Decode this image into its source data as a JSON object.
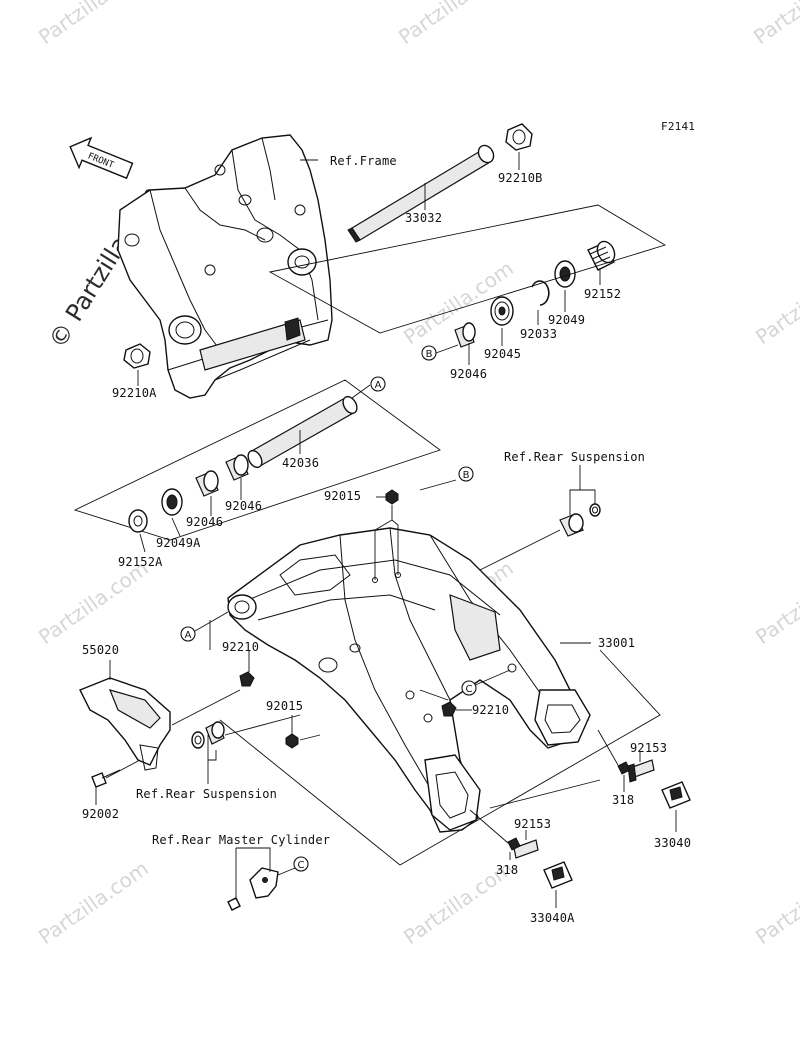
{
  "figure_code": "F2141",
  "front_label": "FRONT",
  "watermark_text": "Partzilla.com",
  "watermark_big": "© Partzilla.com",
  "references": {
    "frame": "Ref.Frame",
    "rear_suspension_top": "Ref.Rear Suspension",
    "rear_suspension_bottom": "Ref.Rear Suspension",
    "rear_master_cylinder": "Ref.Rear Master Cylinder"
  },
  "callout_letters": {
    "a": "A",
    "b": "B",
    "c": "C"
  },
  "part_numbers": {
    "p92210B": "92210B",
    "p33032": "33032",
    "p92152": "92152",
    "p92049": "92049",
    "p92033": "92033",
    "p92045": "92045",
    "p92046_top": "92046",
    "p92210A": "92210A",
    "p42036": "42036",
    "p92046_mid": "92046",
    "p92046_low": "92046",
    "p92049A": "92049A",
    "p92152A": "92152A",
    "p92015_top": "92015",
    "p33001": "33001",
    "p55020": "55020",
    "p92210_left": "92210",
    "p92015_low": "92015",
    "p92210_right": "92210",
    "p92002": "92002",
    "p92153_right": "92153",
    "p318_right": "318",
    "p33040": "33040",
    "p92153_low": "92153",
    "p318_low": "318",
    "p33040A": "33040A"
  }
}
